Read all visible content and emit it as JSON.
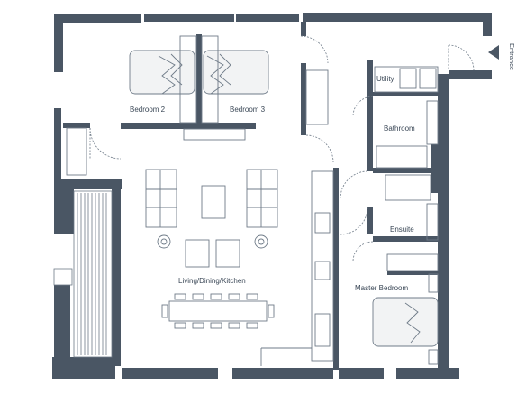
{
  "colors": {
    "wall": "#4a5664",
    "line": "#6f7b88",
    "fill_light": "#f2f3f4",
    "text": "#3a4756"
  },
  "rooms": {
    "bedroom2": "Bedroom 2",
    "bedroom3": "Bedroom 3",
    "utility": "Utility",
    "bathroom": "Bathroom",
    "ensuite": "Ensuite",
    "master": "Master Bedroom",
    "living": "Living/Dining/Kitchen",
    "entrance": "Entrance"
  }
}
